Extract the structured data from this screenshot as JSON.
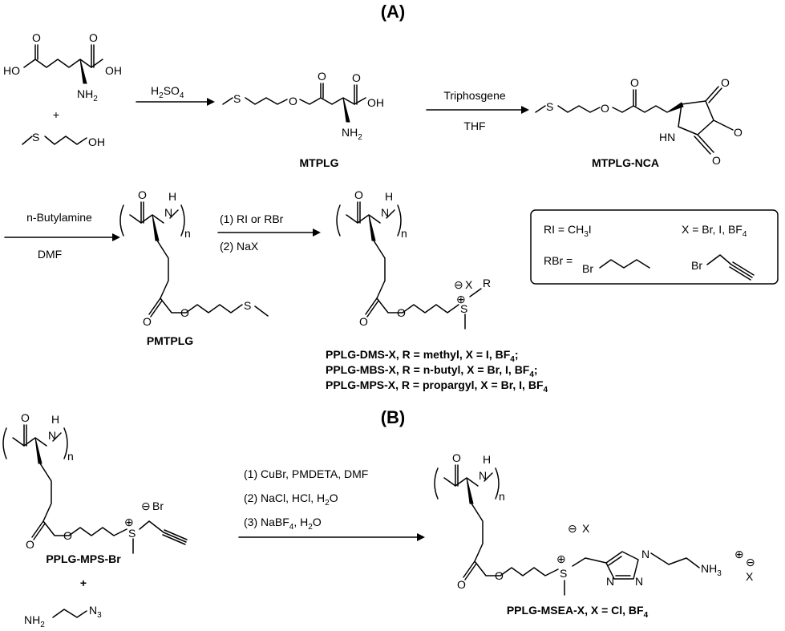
{
  "panel_a": {
    "title": "(A)",
    "glutamic_acid": {
      "cooh_left": "HO",
      "oxo_top_left": "O",
      "oxo_top_right": "O",
      "oh_right": "OH",
      "amine": "NH",
      "amine_sub": "2"
    },
    "plus_1": "+",
    "alcohol": {
      "sulfur": "S",
      "oh": "OH"
    },
    "step1": {
      "reagent": "H",
      "sub1": "2",
      "mid": "SO",
      "sub2": "4"
    },
    "mtplg": {
      "sulfur": "S",
      "ester_o": "O",
      "oxo1": "O",
      "oxo2": "O",
      "oh": "OH",
      "amine": "NH",
      "amine_sub": "2",
      "name": "MTPLG"
    },
    "step2": {
      "reagent": "Triphosgene",
      "solvent": "THF"
    },
    "nca": {
      "sulfur": "S",
      "ester_o": "O",
      "oxo1": "O",
      "oxo_top": "O",
      "ring_o": "O",
      "hn": "HN",
      "oxo_bottom": "O",
      "name": "MTPLG-NCA"
    },
    "step3": {
      "reagent": "n-Butylamine",
      "solvent": "DMF"
    },
    "pmtplg": {
      "oxo": "O",
      "nh_h": "H",
      "nh_n": "N",
      "n": "n",
      "ester_oxo": "O",
      "ester_o": "O",
      "sulfur": "S",
      "name": "PMTPLG"
    },
    "step4": {
      "line1": "(1) RI or RBr",
      "line2": "(2) NaX"
    },
    "sulfonium": {
      "oxo": "O",
      "nh_h": "H",
      "nh_n": "N",
      "n": "n",
      "ester_oxo": "O",
      "ester_o": "O",
      "sulfur": "S",
      "anion_charge": "⊖",
      "anion": "X",
      "cation_charge": "⊕",
      "r": "R"
    },
    "legend": {
      "ri": "RI = CH",
      "ri_sub": "3",
      "ri_end": "I",
      "x": "X = Br, I, BF",
      "x_sub": "4",
      "rbr": "RBr =",
      "br1": "Br",
      "br2": "Br"
    },
    "products": [
      {
        "text": "PPLG-DMS-X, R = methyl, X = I, BF",
        "sub": "4",
        "end": ";"
      },
      {
        "text": "PPLG-MBS-X, R = n-butyl, X = Br, I, BF",
        "sub": "4",
        "end": ";"
      },
      {
        "text": "PPLG-MPS-X, R = propargyl, X = Br, I, BF",
        "sub": "4",
        "end": ""
      }
    ]
  },
  "panel_b": {
    "title": "(B)",
    "start": {
      "oxo": "O",
      "nh_h": "H",
      "nh_n": "N",
      "n": "n",
      "ester_oxo": "O",
      "ester_o": "O",
      "sulfur": "S",
      "anion_charge": "⊖",
      "anion": "Br",
      "cation_charge": "⊕",
      "name": "PPLG-MPS-Br"
    },
    "plus": "+",
    "azide": {
      "nh2": "NH",
      "nh2_sub": "2",
      "n3": "N",
      "n3_sub": "3"
    },
    "conditions": [
      {
        "text": "(1) CuBr, PMDETA, DMF"
      },
      {
        "text": "(2) NaCl, HCl, H",
        "sub": "2",
        "end": "O"
      },
      {
        "text": "(3) NaBF",
        "sub": "4",
        "mid": ", H",
        "sub2": "2",
        "end": "O"
      }
    ],
    "product": {
      "oxo": "O",
      "nh_h": "H",
      "nh_n": "N",
      "n": "n",
      "ester_oxo": "O",
      "ester_o": "O",
      "sulfur": "S",
      "anion_charge": "⊖",
      "anion": "X",
      "cation_charge": "⊕",
      "triazole_n1": "N",
      "triazole_n2": "N",
      "triazole_n3": "N",
      "nh3": "NH",
      "nh3_sub": "3",
      "nh3_charge": "⊕",
      "anion2_charge": "⊖",
      "anion2": "X",
      "name": "PPLG-MSEA-X, X = Cl, BF",
      "name_sub": "4"
    }
  }
}
